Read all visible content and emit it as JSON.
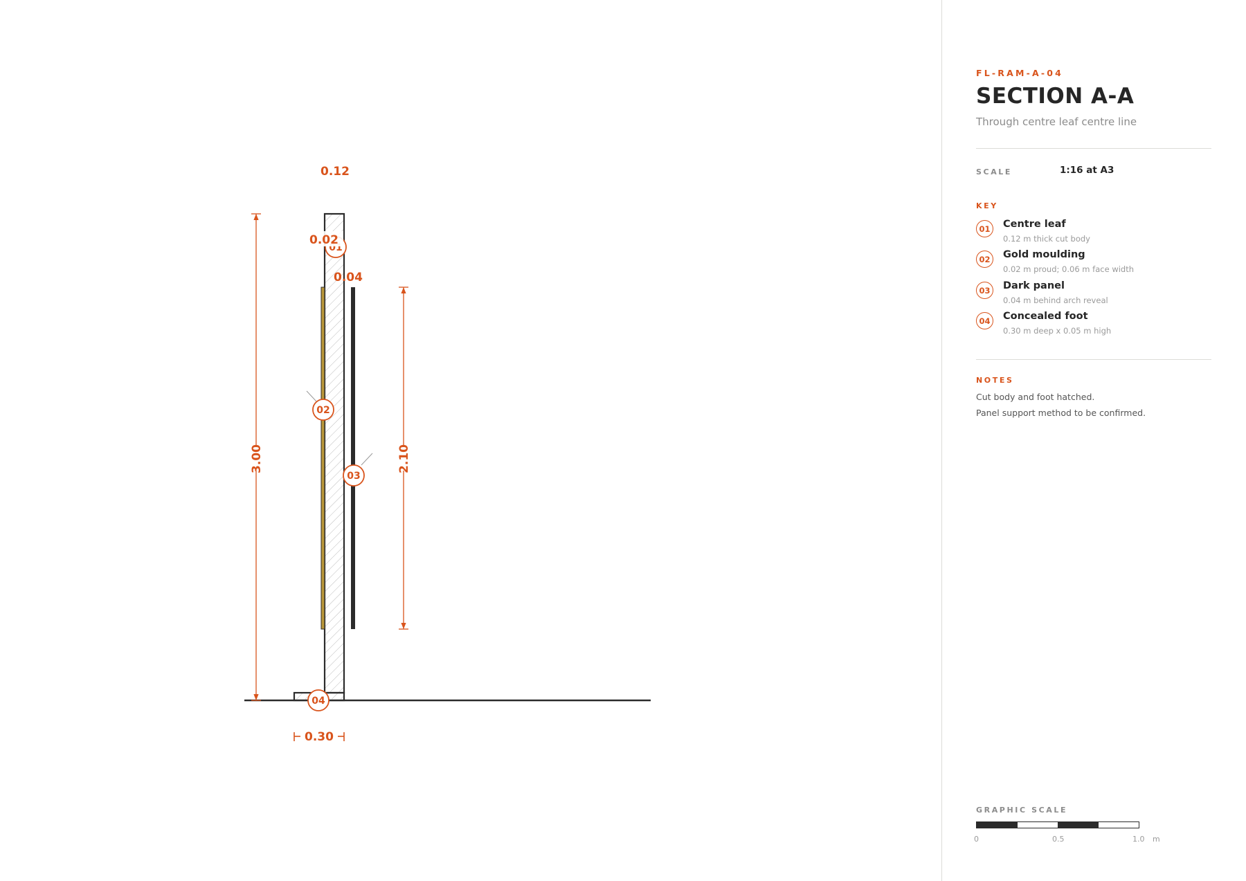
{
  "sheet": {
    "code": "FL-RAM-A-04",
    "title": "SECTION A-A",
    "subtitle": "Through centre leaf centre line"
  },
  "scale": {
    "label": "SCALE",
    "value": "1:16 at A3"
  },
  "key": {
    "label": "KEY",
    "items": [
      {
        "num": "01",
        "name": "Centre leaf",
        "desc": "0.12 m thick cut body"
      },
      {
        "num": "02",
        "name": "Gold moulding",
        "desc": "0.02 m proud; 0.06 m face width"
      },
      {
        "num": "03",
        "name": "Dark panel",
        "desc": "0.04 m behind arch reveal"
      },
      {
        "num": "04",
        "name": "Concealed foot",
        "desc": "0.30 m deep x 0.05 m high"
      }
    ]
  },
  "notes": {
    "label": "NOTES",
    "lines": [
      "Cut body and foot hatched.",
      "Panel support method to be confirmed."
    ]
  },
  "graphic_scale": {
    "label": "GRAPHIC SCALE",
    "ticks": [
      "0",
      "0.5",
      "1.0"
    ],
    "unit": "m"
  },
  "drawing": {
    "dimensions": {
      "leaf_thickness": "0.12",
      "moulding_proud": "0.02",
      "panel_offset": "0.04",
      "overall_height": "3.00",
      "panel_height": "2.10",
      "foot_depth": "0.30"
    },
    "callouts": [
      "01",
      "02",
      "03",
      "04"
    ]
  },
  "colors": {
    "accent": "#d9541c",
    "ink": "#2b2b2b",
    "gold": "#b8963a",
    "rule": "#dcdcd8"
  }
}
